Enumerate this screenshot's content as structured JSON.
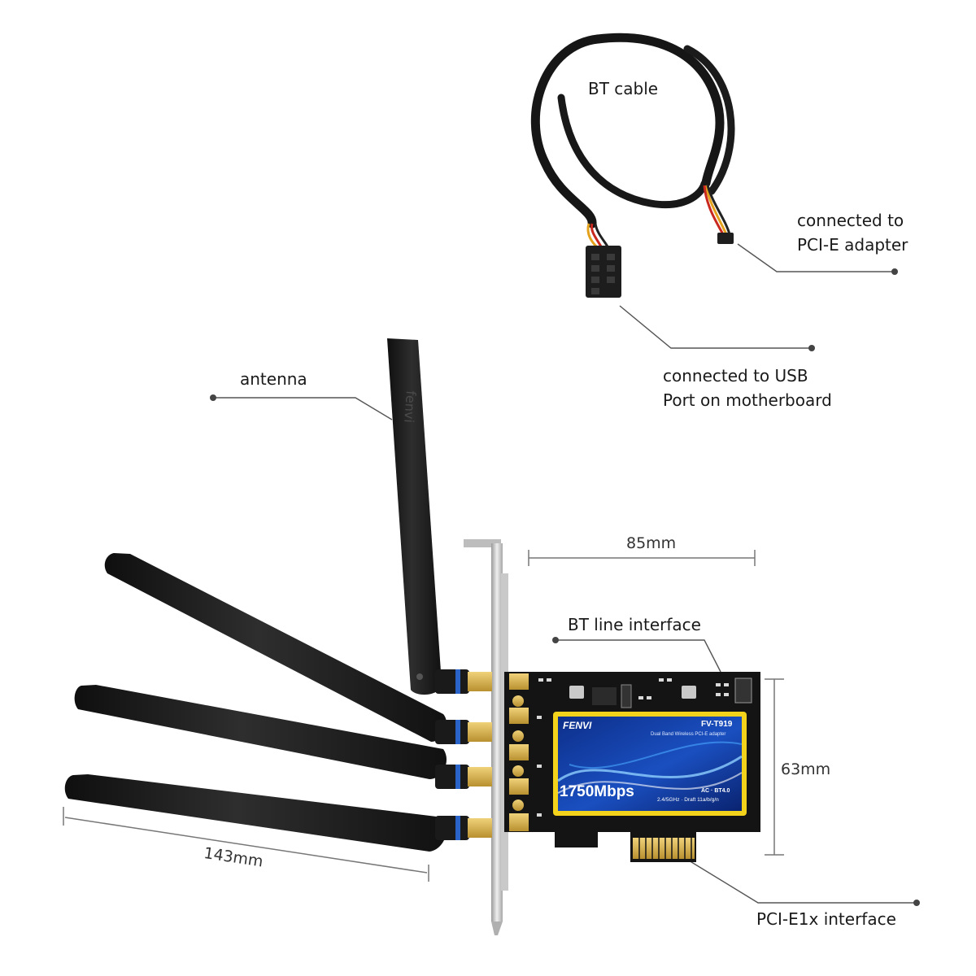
{
  "labels": {
    "bt_cable": "BT cable",
    "pcie_adapter_line1": "connected to",
    "pcie_adapter_line2": "PCI-E adapter",
    "usb_line1": "connected to USB",
    "usb_line2": "Port on motherboard",
    "antenna": "antenna",
    "bt_line_interface": "BT line interface",
    "pcie_interface": "PCI-E1x interface"
  },
  "dimensions": {
    "width": "85mm",
    "height": "63mm",
    "antenna_length": "143mm"
  },
  "card": {
    "brand": "FENVI",
    "model": "FV-T919",
    "tagline": "Dual Band Wireless PCI-E adapter",
    "speed": "1750Mbps",
    "spec1": "AC · BT4.0",
    "spec2": "2.4/5GHz · Draft 11a/b/g/n"
  },
  "antenna_brand": "fenvi",
  "colors": {
    "antenna": "#1c1c1c",
    "pcb": "#151515",
    "label_blue": "#123a9c",
    "label_border": "#f2d21a",
    "gold": "#d8b24a",
    "leader": "#555555"
  }
}
